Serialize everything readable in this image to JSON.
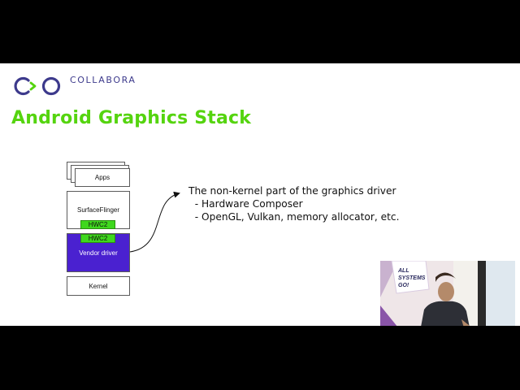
{
  "logo": {
    "text": "COLLABORA"
  },
  "slide": {
    "title": "Android Graphics Stack"
  },
  "diagram": {
    "apps": "Apps",
    "surfaceflinger": "SurfaceFlinger",
    "hwc2_top": "HWC2",
    "hwc2_bottom": "HWC2",
    "vendor": "Vendor driver",
    "kernel": "Kernel"
  },
  "description": {
    "line1": "The non-kernel part of the graphics driver",
    "line2": "  - Hardware Composer",
    "line3": "  - OpenGL, Vulkan, memory allocator, etc."
  },
  "camera": {
    "poster_text": "ALL SYSTEMS GO!"
  },
  "colors": {
    "title": "#55d40f",
    "vendor": "#4a21d0",
    "hwc": "#3fd81e",
    "logo": "#3d3a8c"
  }
}
